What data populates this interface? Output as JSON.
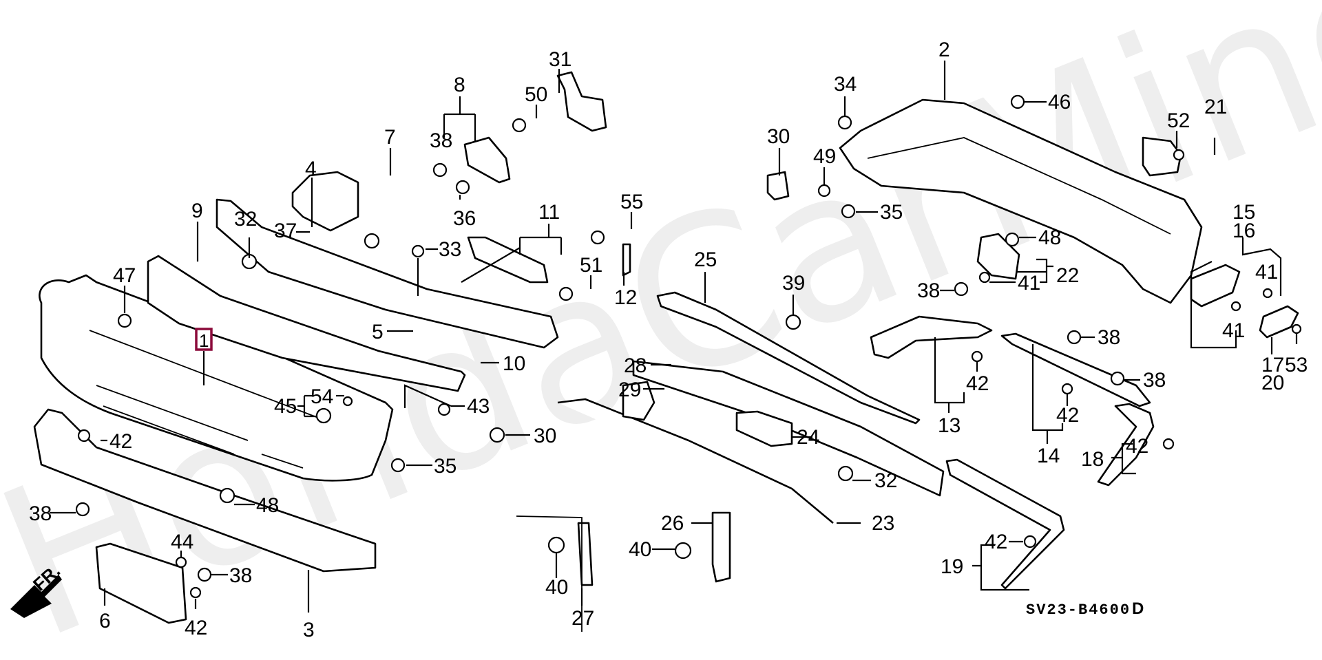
{
  "diagram": {
    "title": "Front and Rear Bumper Parts Diagram",
    "watermark": "HondaCarMine.ru",
    "drawing_code": "SV23-B4600",
    "drawing_revision": "D",
    "direction_indicator": "FR.",
    "highlighted_part": "1",
    "highlight_color": "#8b0a3a",
    "callouts": [
      {
        "id": "1",
        "label": "1",
        "highlighted": true
      },
      {
        "id": "2",
        "label": "2"
      },
      {
        "id": "3",
        "label": "3"
      },
      {
        "id": "4",
        "label": "4"
      },
      {
        "id": "5",
        "label": "5"
      },
      {
        "id": "6",
        "label": "6"
      },
      {
        "id": "7",
        "label": "7"
      },
      {
        "id": "8",
        "label": "8"
      },
      {
        "id": "9",
        "label": "9"
      },
      {
        "id": "10",
        "label": "10"
      },
      {
        "id": "11",
        "label": "11"
      },
      {
        "id": "12",
        "label": "12"
      },
      {
        "id": "13",
        "label": "13"
      },
      {
        "id": "14",
        "label": "14"
      },
      {
        "id": "15",
        "label": "15"
      },
      {
        "id": "16",
        "label": "16"
      },
      {
        "id": "17",
        "label": "17"
      },
      {
        "id": "18",
        "label": "18"
      },
      {
        "id": "19",
        "label": "19"
      },
      {
        "id": "20",
        "label": "20"
      },
      {
        "id": "21",
        "label": "21"
      },
      {
        "id": "22",
        "label": "22"
      },
      {
        "id": "23",
        "label": "23"
      },
      {
        "id": "24",
        "label": "24"
      },
      {
        "id": "25",
        "label": "25"
      },
      {
        "id": "26",
        "label": "26"
      },
      {
        "id": "27",
        "label": "27"
      },
      {
        "id": "28",
        "label": "28"
      },
      {
        "id": "29",
        "label": "29"
      },
      {
        "id": "30a",
        "label": "30"
      },
      {
        "id": "30b",
        "label": "30"
      },
      {
        "id": "31",
        "label": "31"
      },
      {
        "id": "32a",
        "label": "32"
      },
      {
        "id": "32b",
        "label": "32"
      },
      {
        "id": "33",
        "label": "33"
      },
      {
        "id": "34",
        "label": "34"
      },
      {
        "id": "35a",
        "label": "35"
      },
      {
        "id": "35b",
        "label": "35"
      },
      {
        "id": "36",
        "label": "36"
      },
      {
        "id": "37",
        "label": "37"
      },
      {
        "id": "38a",
        "label": "38"
      },
      {
        "id": "38b",
        "label": "38"
      },
      {
        "id": "38c",
        "label": "38"
      },
      {
        "id": "38d",
        "label": "38"
      },
      {
        "id": "38e",
        "label": "38"
      },
      {
        "id": "38f",
        "label": "38"
      },
      {
        "id": "39",
        "label": "39"
      },
      {
        "id": "40a",
        "label": "40"
      },
      {
        "id": "40b",
        "label": "40"
      },
      {
        "id": "41a",
        "label": "41"
      },
      {
        "id": "41b",
        "label": "41"
      },
      {
        "id": "41c",
        "label": "41"
      },
      {
        "id": "42a",
        "label": "42"
      },
      {
        "id": "42b",
        "label": "42"
      },
      {
        "id": "42c",
        "label": "42"
      },
      {
        "id": "42d",
        "label": "42"
      },
      {
        "id": "42e",
        "label": "42"
      },
      {
        "id": "42f",
        "label": "42"
      },
      {
        "id": "43",
        "label": "43"
      },
      {
        "id": "44",
        "label": "44"
      },
      {
        "id": "45",
        "label": "45"
      },
      {
        "id": "46",
        "label": "46"
      },
      {
        "id": "47",
        "label": "47"
      },
      {
        "id": "48a",
        "label": "48"
      },
      {
        "id": "48b",
        "label": "48"
      },
      {
        "id": "49",
        "label": "49"
      },
      {
        "id": "50",
        "label": "50"
      },
      {
        "id": "51",
        "label": "51"
      },
      {
        "id": "52",
        "label": "52"
      },
      {
        "id": "53",
        "label": "53"
      },
      {
        "id": "54",
        "label": "54"
      },
      {
        "id": "55",
        "label": "55"
      }
    ]
  }
}
